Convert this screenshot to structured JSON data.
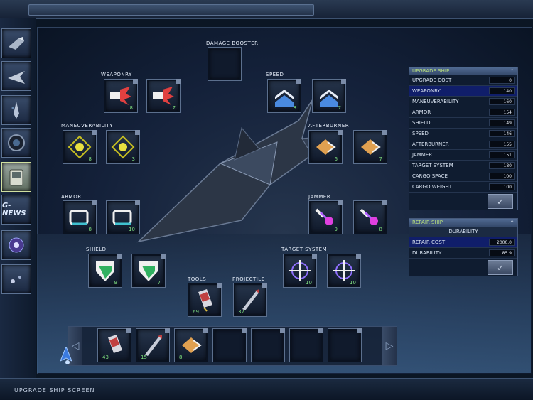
{
  "colors": {
    "accent_green": "#b9e07d",
    "highlight_row": "#101e6a",
    "number_green": "#7fe07f"
  },
  "sidebar": {
    "buttons": [
      {
        "icon": "ship-hangar-icon"
      },
      {
        "icon": "fighter-jet-icon"
      },
      {
        "icon": "rocket-ship-icon"
      },
      {
        "icon": "camera-lens-icon"
      },
      {
        "icon": "data-pad-icon",
        "active": true
      },
      {
        "icon": "news-icon",
        "label": "G-NEWS"
      },
      {
        "icon": "planet-orb-icon"
      },
      {
        "icon": "star-map-icon"
      }
    ]
  },
  "equipment": {
    "damage_booster": {
      "label": "DAMAGE BOOSTER"
    },
    "weaponry": {
      "label": "WEAPONRY",
      "slots": [
        {
          "value": "8"
        },
        {
          "value": "7"
        }
      ]
    },
    "speed": {
      "label": "SPEED",
      "slots": [
        {
          "value": "8"
        },
        {
          "value": "7"
        }
      ]
    },
    "maneuverability": {
      "label": "MANEUVERABILITY",
      "slots": [
        {
          "value": "8"
        },
        {
          "value": "3"
        }
      ]
    },
    "afterburner": {
      "label": "AFTERBURNER",
      "slots": [
        {
          "value": "6"
        },
        {
          "value": "7"
        }
      ]
    },
    "armor": {
      "label": "ARMOR",
      "slots": [
        {
          "value": "8"
        },
        {
          "value": "10"
        }
      ]
    },
    "jammer": {
      "label": "JAMMER",
      "slots": [
        {
          "value": "9"
        },
        {
          "value": "8"
        }
      ]
    },
    "shield": {
      "label": "SHIELD",
      "slots": [
        {
          "value": "9"
        },
        {
          "value": "7"
        }
      ]
    },
    "target_system": {
      "label": "TARGET SYSTEM",
      "slots": [
        {
          "value": "10"
        },
        {
          "value": "10"
        }
      ]
    },
    "tools": {
      "label": "TOOLS",
      "value": "69"
    },
    "projectile": {
      "label": "PROJECTILE",
      "value": "37"
    }
  },
  "inventory": {
    "slots": [
      {
        "icon": "repair-canister-icon",
        "value": "43"
      },
      {
        "icon": "missile-icon",
        "value": "15"
      },
      {
        "icon": "afterburner-chip-icon",
        "value": "8"
      },
      {
        "icon": ""
      },
      {
        "icon": ""
      },
      {
        "icon": ""
      },
      {
        "icon": ""
      }
    ]
  },
  "upgrade_panel": {
    "title": "UPGRADE SHIP",
    "rows": [
      {
        "label": "UPGRADE COST",
        "value": "0"
      },
      {
        "label": "WEAPONRY",
        "value": "140",
        "highlight": true
      },
      {
        "label": "MANEUVERABILITY",
        "value": "160"
      },
      {
        "label": "ARMOR",
        "value": "154"
      },
      {
        "label": "SHIELD",
        "value": "149"
      },
      {
        "label": "SPEED",
        "value": "146"
      },
      {
        "label": "AFTERBURNER",
        "value": "155"
      },
      {
        "label": "JAMMER",
        "value": "151"
      },
      {
        "label": "TARGET SYSTEM",
        "value": "180"
      },
      {
        "label": "CARGO SPACE",
        "value": "100"
      },
      {
        "label": "CARGO WEIGHT",
        "value": "100"
      }
    ]
  },
  "repair_panel": {
    "title": "REPAIR SHIP",
    "header": "DURABILITY",
    "rows": [
      {
        "label": "REPAIR COST",
        "value": "2000.0",
        "highlight": true
      },
      {
        "label": "DURABILITY",
        "value": "85.9"
      }
    ]
  },
  "status_bar": {
    "text": "UPGRADE SHIP SCREEN"
  }
}
